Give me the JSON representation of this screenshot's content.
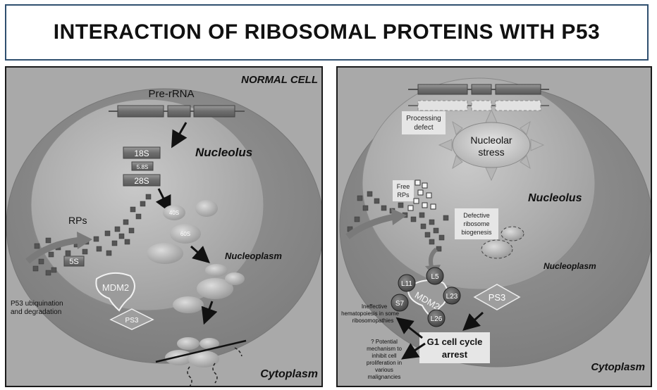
{
  "title": "INTERACTION OF RIBOSOMAL PROTEINS WITH P53",
  "left": {
    "header": "NORMAL CELL",
    "pre_rrna": "Pre-rRNA",
    "rrna_18s": "18S",
    "rrna_58s": "5.8S",
    "rrna_28s": "28S",
    "nucleolus": "Nucleolus",
    "rps": "RPs",
    "rrna_5s": "5S",
    "sub_40s": "40S",
    "sub_60s": "60S",
    "nucleoplasm": "Nucleoplasm",
    "mdm2": "MDM2",
    "p53": "PS3",
    "p53_note_line1": "P53 ubiquination",
    "p53_note_line2": "and degradation",
    "cytoplasm": "Cytoplasm"
  },
  "right": {
    "processing_line1": "Processing",
    "processing_line2": "defect",
    "stress_line1": "Nucleolar",
    "stress_line2": "stress",
    "free_rps_line1": "Free",
    "free_rps_line2": "RPs",
    "nucleolus": "Nucleolus",
    "defective_line1": "Defective",
    "defective_line2": "ribosome",
    "defective_line3": "biogenesis",
    "nucleoplasm": "Nucleoplasm",
    "rp_l5": "L5",
    "rp_l11": "L11",
    "rp_l23": "L23",
    "rp_s7": "S7",
    "rp_l26": "L26",
    "mdm2": "MDM2",
    "p53": "PS3",
    "ineffective_line1": "Ineffective",
    "ineffective_line2": "hematopoiesis in some",
    "ineffective_line3": "ribosomopathies",
    "g1_line1": "G1 cell cycle",
    "g1_line2": "arrest",
    "potential_line1": "? Potential",
    "potential_line2": "mechanism to",
    "potential_line3": "inhibit cell",
    "potential_line4": "proliferation in",
    "potential_line5": "various",
    "potential_line6": "malignancies",
    "cytoplasm": "Cytoplasm"
  },
  "colors": {
    "background": "#a9a9a9",
    "nucleus": "#8f8f8f",
    "nucleolus": "#b3b3b3",
    "rna_bar": "#7a7a7a",
    "subunit": "#c4c4c4",
    "rp_square": "#555555",
    "title_border": "#2f4f6f"
  },
  "icons": [
    "down-arrow-icon",
    "curved-arrow-icon",
    "star-burst-icon"
  ]
}
